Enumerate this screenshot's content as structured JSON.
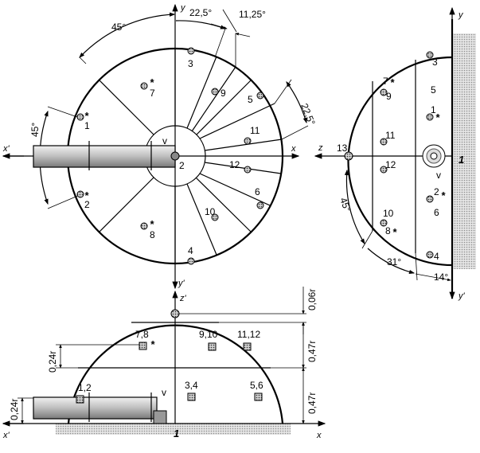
{
  "top_left_view": {
    "axes": {
      "x_pos": "x",
      "x_neg": "x'",
      "y_pos": "y",
      "y_neg": "y'"
    },
    "angles": {
      "a45_top": "45°",
      "a22_5_top": "22,5°",
      "a11_25": "11,25°",
      "a22_5_right": "22,5°",
      "a45_left": "45°"
    },
    "center_label": "v",
    "points": {
      "p1": "1",
      "p2_left": "2",
      "p2_center": "2",
      "p3": "3",
      "p4": "4",
      "p5": "5",
      "p6": "6",
      "p7": "7",
      "p8": "8",
      "p9": "9",
      "p10": "10",
      "p11": "11",
      "p12": "12"
    },
    "star": "*"
  },
  "right_view": {
    "axes": {
      "y_pos": "y",
      "y_neg": "y'",
      "z": "z"
    },
    "angles": {
      "a45": "45°",
      "a31": "31°",
      "a14": "14°"
    },
    "wall_label": "1",
    "center_label": "v",
    "points": {
      "p1": "1",
      "p2": "2",
      "p3": "3",
      "p4": "4",
      "p5": "5",
      "p6": "6",
      "p7": "7",
      "p8": "8",
      "p9": "9",
      "p10": "10",
      "p11": "11",
      "p12": "12",
      "p13": "13"
    },
    "star": "*"
  },
  "bottom_view": {
    "axes": {
      "z_neg": "z'",
      "x_pos": "x",
      "x_neg": "x'"
    },
    "dims": {
      "d006": "0,06r",
      "d047_top": "0,47r",
      "d047_bottom": "0,47r",
      "d024_left": "0,24r",
      "d024_inner": "0,24r"
    },
    "labels": {
      "l78": "7,8",
      "l910": "9,10",
      "l1112": "11,12",
      "l12": "1,2",
      "l34": "3,4",
      "l56": "5,6",
      "v": "v",
      "floor": "1"
    },
    "star": "*"
  }
}
